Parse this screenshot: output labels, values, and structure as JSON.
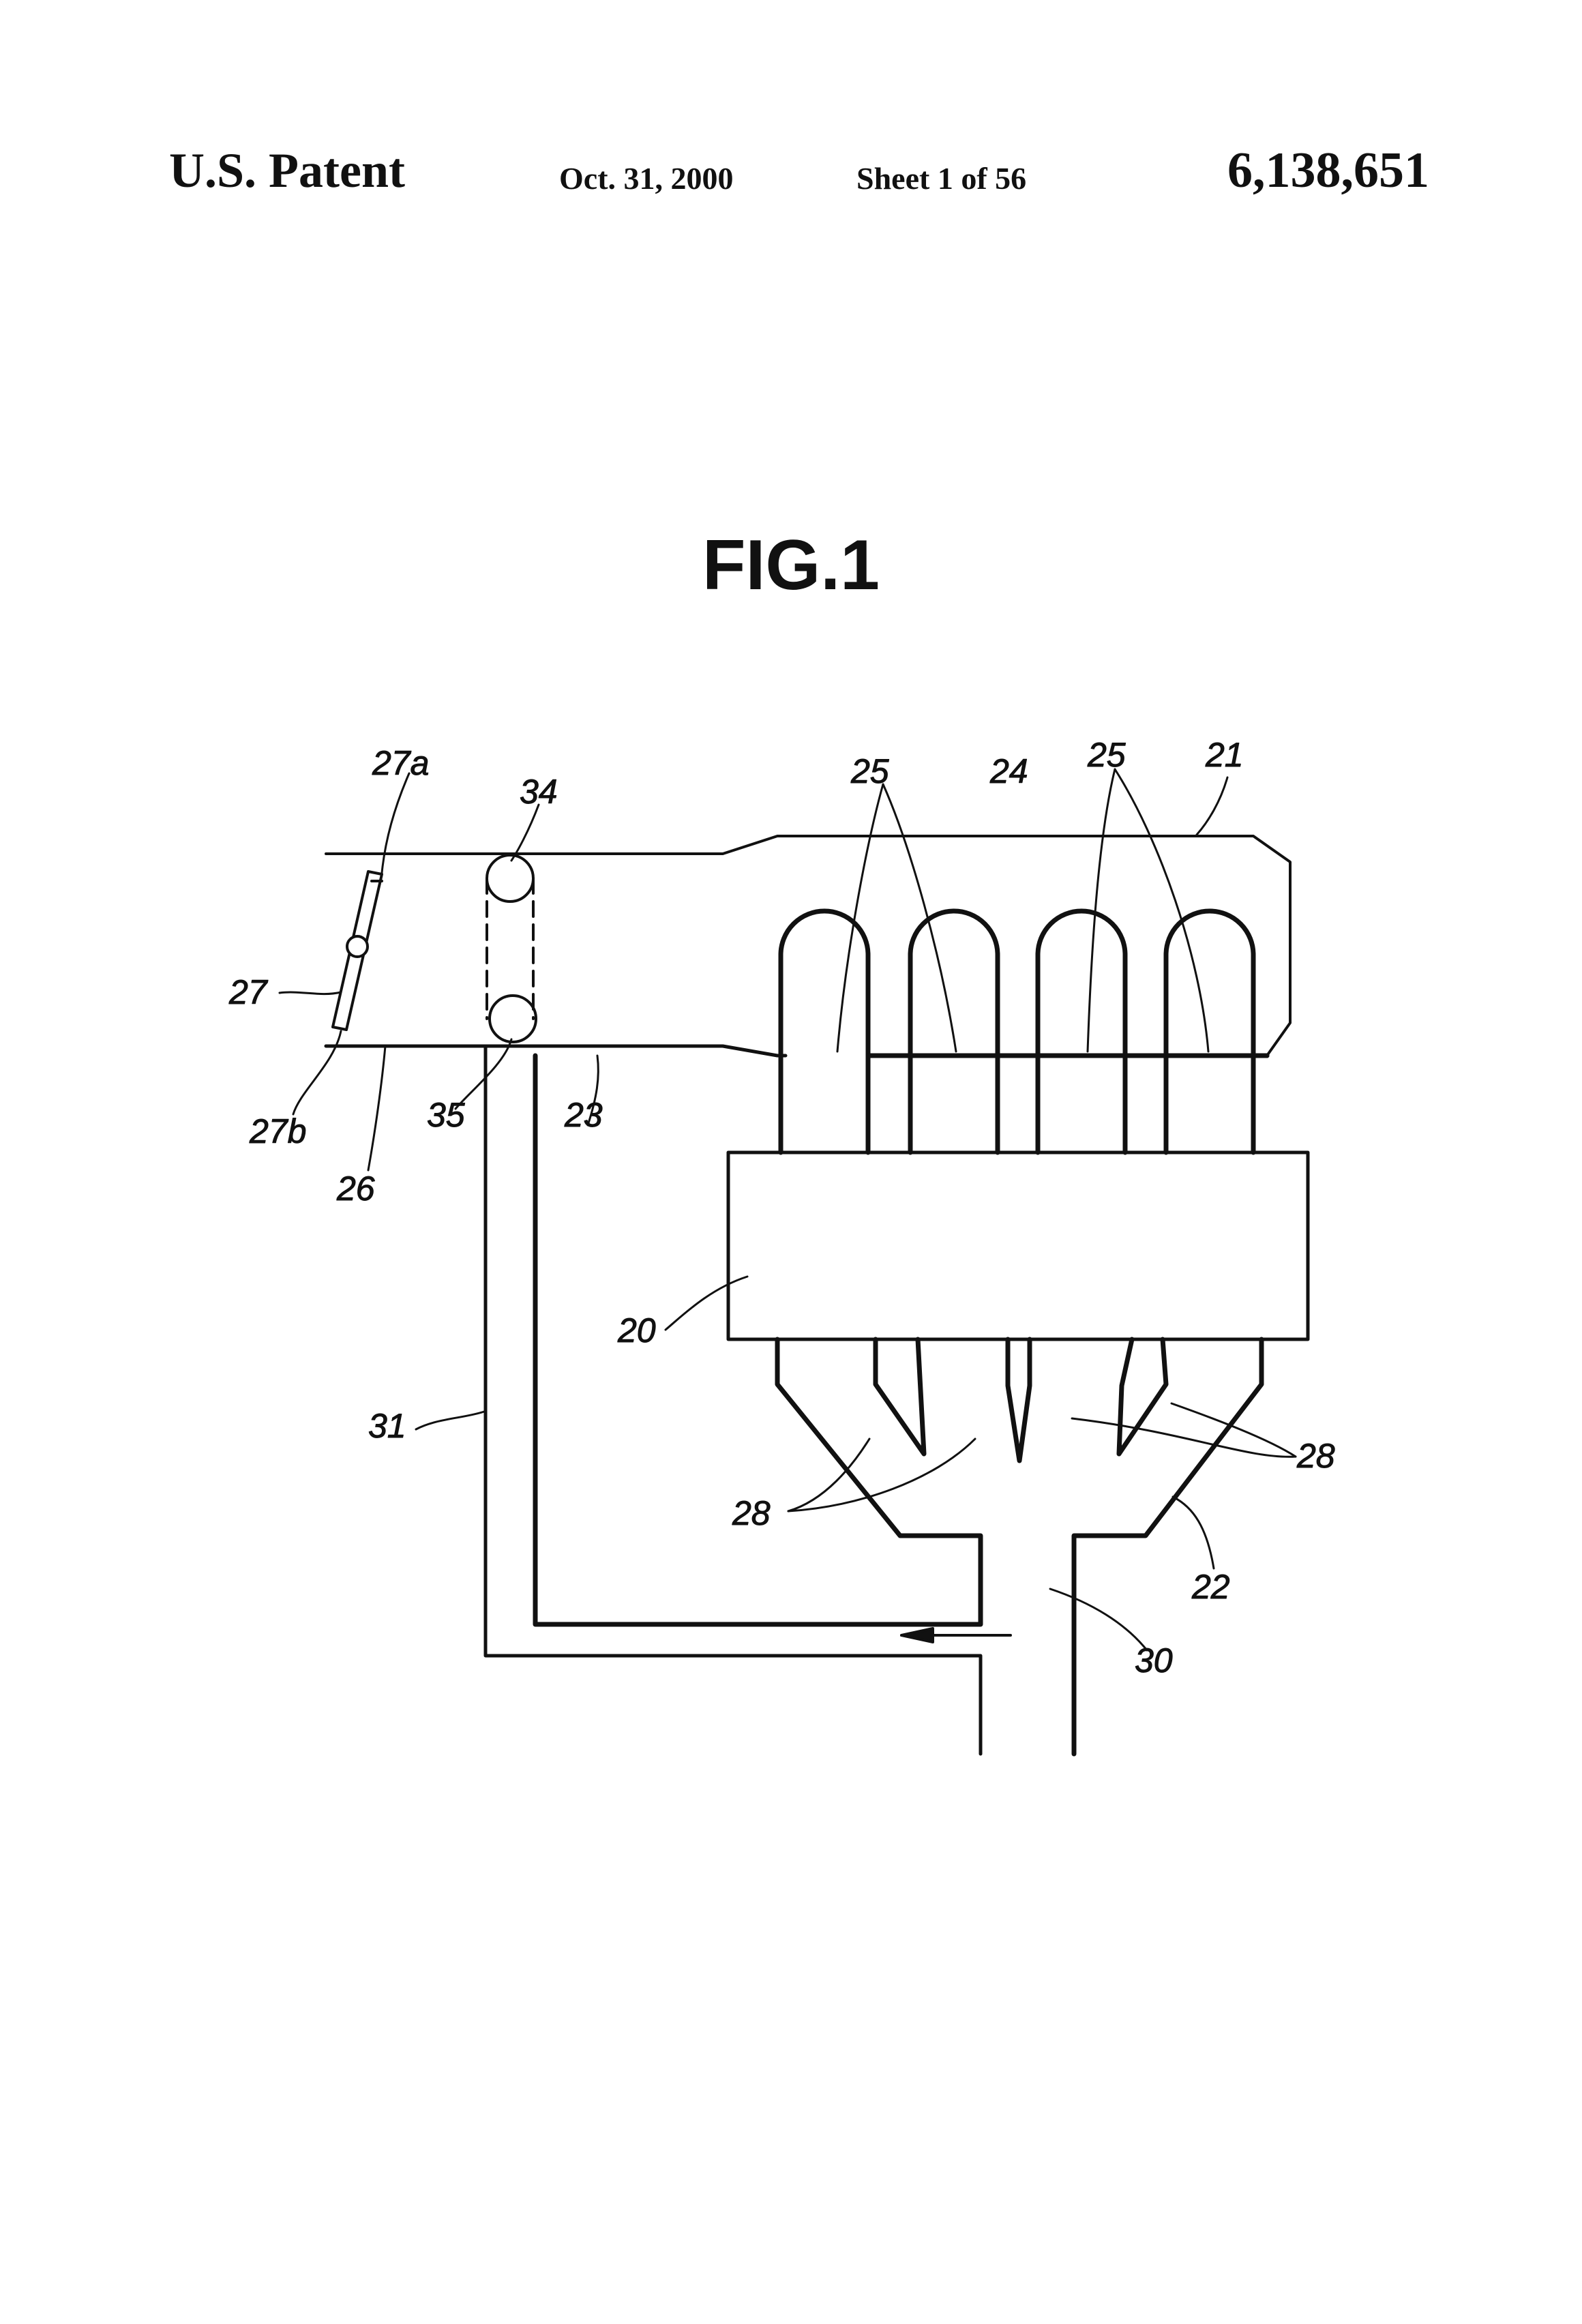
{
  "header": {
    "left": "U.S. Patent",
    "date": "Oct. 31, 2000",
    "sheet": "Sheet 1 of 56",
    "patent_number": "6,138,651"
  },
  "figure": {
    "title": "FIG.1",
    "labels": {
      "l27a": "27a",
      "l34": "34",
      "l25a": "25",
      "l24": "24",
      "l25b": "25",
      "l21": "21",
      "l27": "27",
      "l27b": "27b",
      "l35": "35",
      "l23": "23",
      "l26": "26",
      "l20": "20",
      "l31": "31",
      "l28a": "28",
      "l28b": "28",
      "l22": "22",
      "l30": "30"
    }
  },
  "colors": {
    "ink": "#111111",
    "paper": "#ffffff"
  }
}
